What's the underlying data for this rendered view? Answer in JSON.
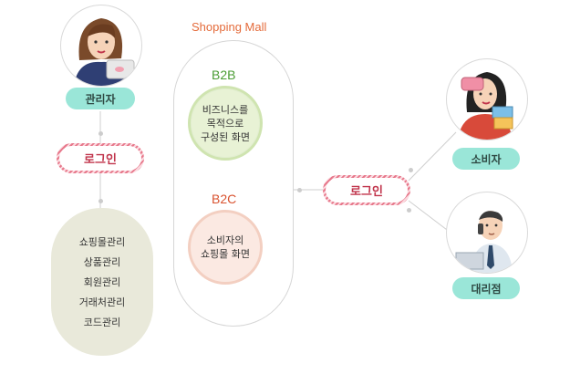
{
  "admin": {
    "role_label": "관리자",
    "login_label": "로그인",
    "menu": [
      "쇼핑몰관리",
      "상품관리",
      "회원관리",
      "거래처관리",
      "코드관리"
    ]
  },
  "mall": {
    "title": "Shopping Mall",
    "b2b": {
      "title": "B2B",
      "desc": [
        "비즈니스를",
        "목적으로",
        "구성된 화면"
      ]
    },
    "b2c": {
      "title": "B2C",
      "desc": [
        "소비자의",
        "쇼핑몰 화면"
      ]
    }
  },
  "center_login_label": "로그인",
  "consumer": {
    "role_label": "소비자"
  },
  "agency": {
    "role_label": "대리점"
  },
  "colors": {
    "role_pill": "#9ae6d8",
    "login_stripe": "#e7798c",
    "menu_bg": "#e9e9da",
    "b2b_accent": "#4a9c34",
    "b2c_accent": "#d9522f",
    "mall_title": "#e46b3b"
  }
}
